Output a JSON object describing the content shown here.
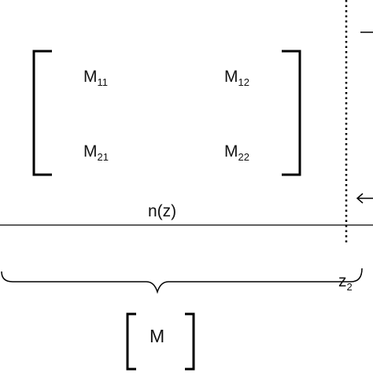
{
  "matrix": {
    "m11": {
      "base": "M",
      "sub": "11"
    },
    "m12": {
      "base": "M",
      "sub": "12"
    },
    "m21": {
      "base": "M",
      "sub": "21"
    },
    "m22": {
      "base": "M",
      "sub": "22"
    }
  },
  "refractive_index_label": "n(z)",
  "boundary_label": {
    "base": "z",
    "sub": "2"
  },
  "summary_matrix_label": "M"
}
